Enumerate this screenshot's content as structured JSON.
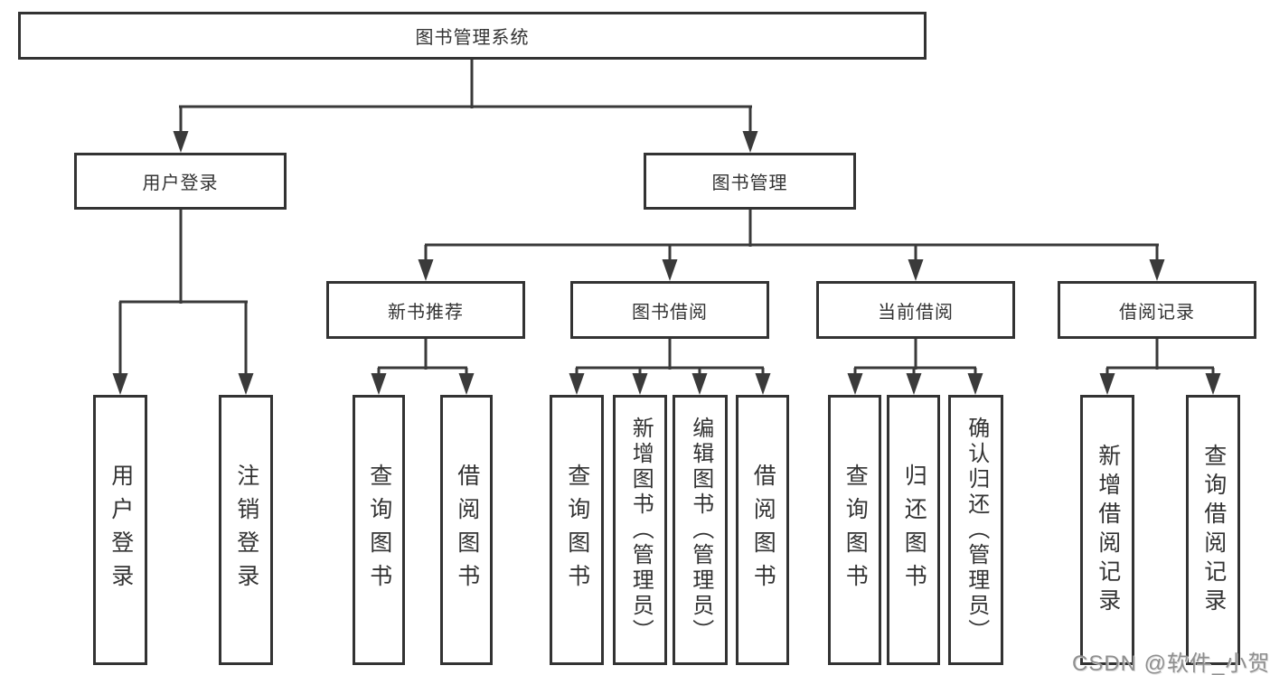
{
  "diagram": {
    "root": {
      "label": "图书管理系统"
    },
    "level2": [
      "用户登录",
      "图书管理"
    ],
    "level3": [
      "新书推荐",
      "图书借阅",
      "当前借阅",
      "借阅记录"
    ],
    "leaves": {
      "user": [
        "用户登录",
        "注销登录"
      ],
      "recommend": [
        "查询图书",
        "借阅图书"
      ],
      "borrow": [
        "查询图书",
        "新增图书（管理员）",
        "编辑图书（管理员）",
        "借阅图书"
      ],
      "current": [
        "查询图书",
        "归还图书",
        "确认归还（管理员）"
      ],
      "records": [
        "新增借阅记录",
        "查询借阅记录"
      ]
    },
    "colors": {
      "line": "#3a3a3a",
      "box_border": "#333333",
      "text": "#333333",
      "background": "#ffffff",
      "watermark": "#8f8f8f"
    },
    "watermark": "CSDN @软件_小贺同学"
  }
}
